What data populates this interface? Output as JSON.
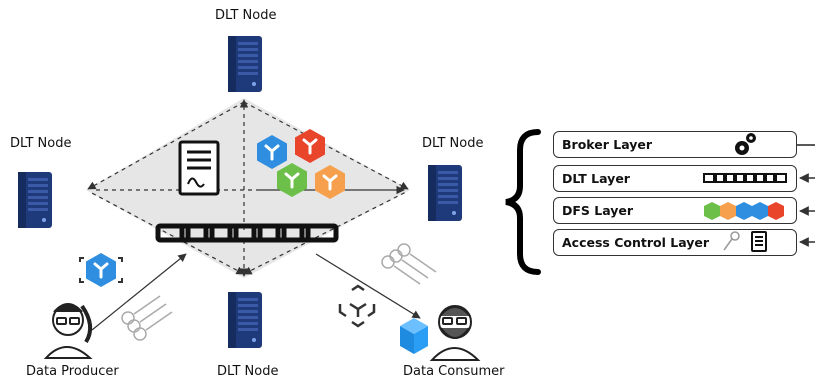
{
  "nodes": {
    "top": "DLT Node",
    "left": "DLT Node",
    "right": "DLT Node",
    "bottom": "DLT Node"
  },
  "actors": {
    "producer": "Data Producer",
    "consumer": "Data Consumer"
  },
  "layers": [
    {
      "label": "Broker Layer",
      "icon": "gears-icon"
    },
    {
      "label": "DLT Layer",
      "icon": "chain-icon"
    },
    {
      "label": "DFS Layer",
      "icon": "hexagon-cluster-icon"
    },
    {
      "label": "Access Control Layer",
      "icon": "key-document-icon"
    }
  ],
  "colors": {
    "server": "#1f3a7a",
    "hex_blue": "#2f8ee0",
    "hex_red": "#e8452a",
    "hex_green": "#6cc04a",
    "hex_orange": "#f6a04d",
    "diamond_fill": "#e6e6e6",
    "cube": "#2a9df4"
  }
}
